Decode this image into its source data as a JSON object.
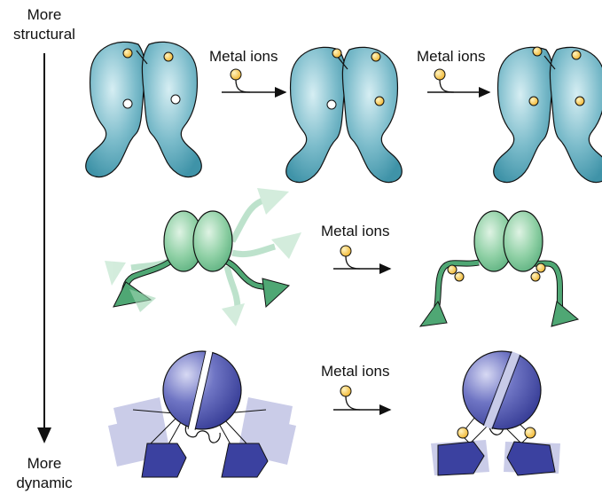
{
  "axis": {
    "top_label_line1": "More",
    "top_label_line2": "structural",
    "bottom_label_line1": "More",
    "bottom_label_line2": "dynamic"
  },
  "rows": [
    {
      "arrows": [
        {
          "label": "Metal ions"
        },
        {
          "label": "Metal ions"
        }
      ]
    },
    {
      "arrows": [
        {
          "label": "Metal ions"
        }
      ]
    },
    {
      "arrows": [
        {
          "label": "Metal ions"
        }
      ]
    }
  ],
  "colors": {
    "teal": "#3f93a8",
    "green": "#6fbf8f",
    "purple": "#4a52a8",
    "ion": "#f5c242"
  }
}
